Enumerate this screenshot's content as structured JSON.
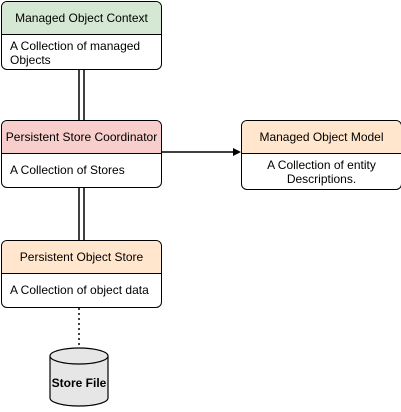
{
  "diagram": {
    "context": {
      "title": "Managed Object Context",
      "body": "A Collection of managed Objects",
      "header_color": "#d5e8d4"
    },
    "coordinator": {
      "title": "Persistent Store Coordinator",
      "body": "A Collection of Stores",
      "header_color": "#f8cecc"
    },
    "model": {
      "title": "Managed Object Model",
      "body": "A Collection of entity Descriptions.",
      "header_color": "#ffe6cc"
    },
    "store": {
      "title": "Persistent Object Store",
      "body": "A Collection of object data",
      "header_color": "#ffe6cc"
    },
    "file": {
      "label": "Store File",
      "fill_color": "#e6e6e6"
    }
  }
}
